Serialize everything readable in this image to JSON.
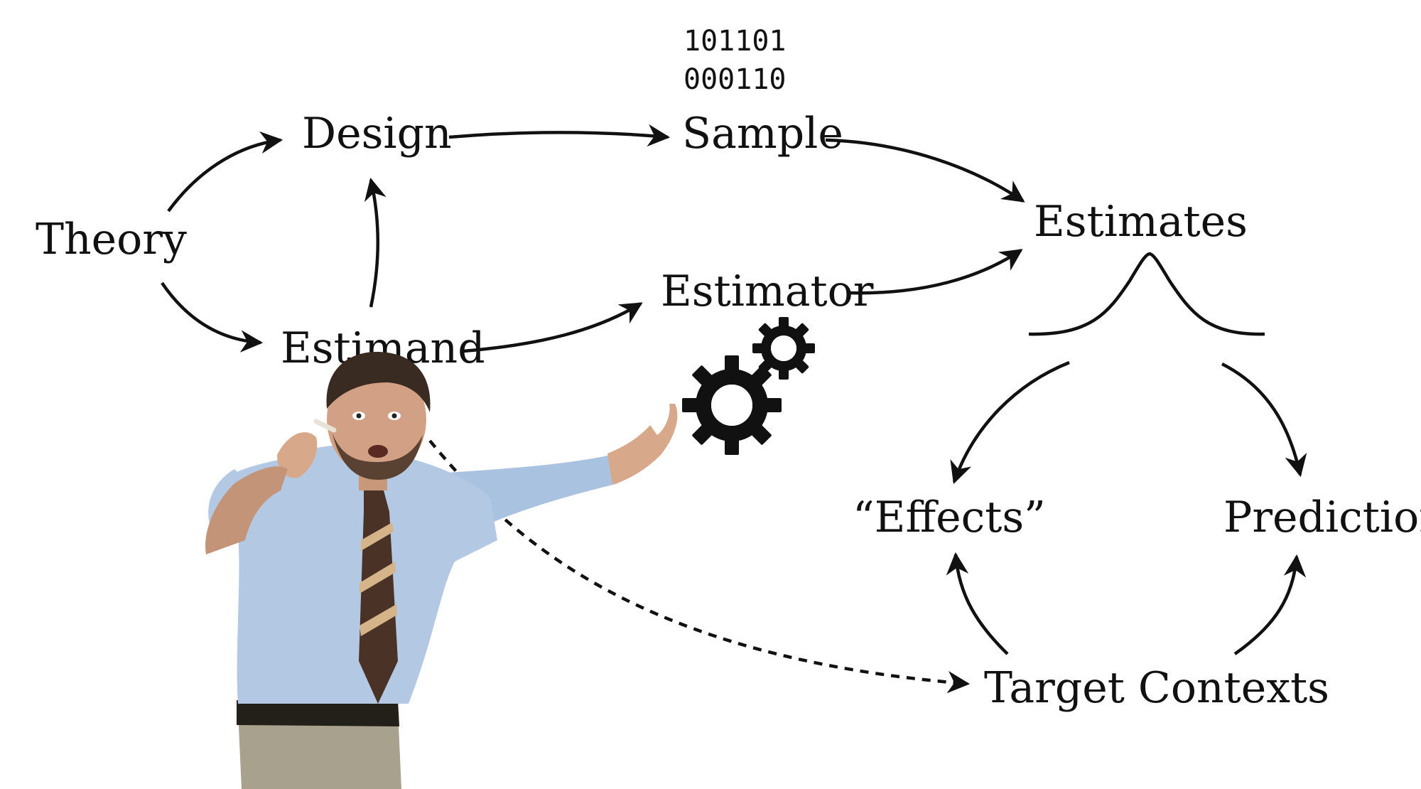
{
  "diagram": {
    "binary_lines": [
      "101101",
      "000110"
    ],
    "nodes": {
      "theory": "Theory",
      "design": "Design",
      "sample": "Sample",
      "estimand": "Estimand",
      "estimator": "Estimator",
      "estimates": "Estimates",
      "effects": "“Effects”",
      "predictions": "Predictions",
      "target_contexts": "Target Contexts"
    },
    "icons": [
      "gears-icon",
      "distribution-curve-icon",
      "person-pointing-photo"
    ]
  }
}
